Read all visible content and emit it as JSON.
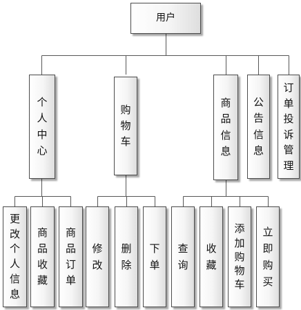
{
  "root": "用户",
  "branches": [
    {
      "id": "personal",
      "label": "个人中心",
      "children": [
        "更改个人信息",
        "商品收藏",
        "商品订单"
      ]
    },
    {
      "id": "cart",
      "label": "购物车",
      "children": [
        "修改",
        "删除",
        "下单"
      ]
    },
    {
      "id": "goods",
      "label": "商品信息",
      "children": [
        "查询",
        "收藏",
        "添加购物车",
        "立即购买"
      ]
    },
    {
      "id": "notice",
      "label": "公告信息",
      "children": []
    },
    {
      "id": "complaint",
      "label": "订单投诉管理",
      "children": []
    }
  ],
  "colors": {
    "border": "#4a4a4a",
    "line": "#555555",
    "text": "#111111"
  }
}
